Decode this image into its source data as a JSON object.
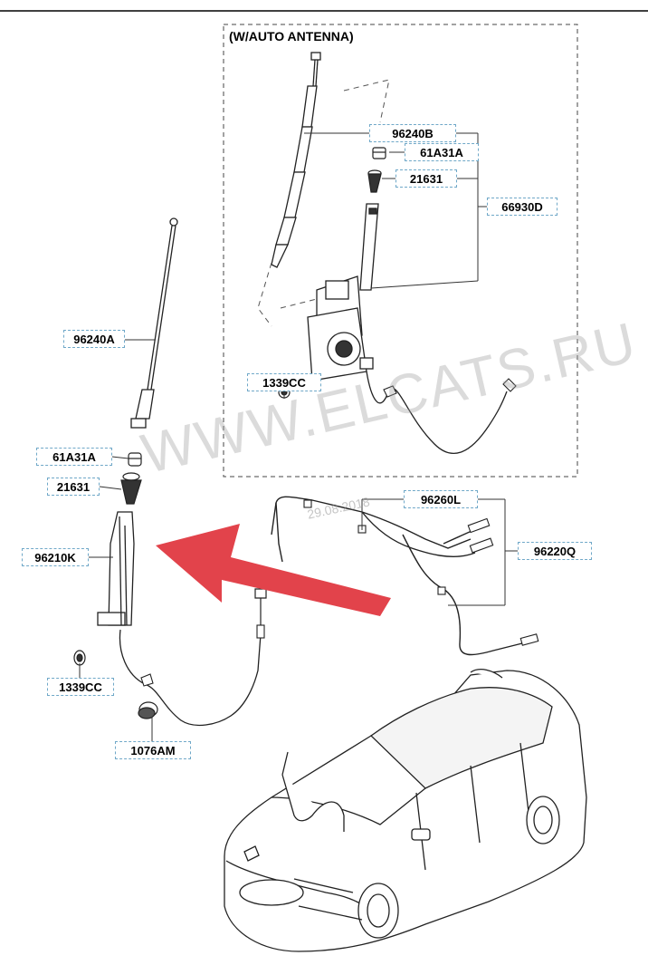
{
  "section_title": "(W/AUTO ANTENNA)",
  "watermark": "WWW.ELCATS.RU",
  "date_stamp": "29.08.2018",
  "colors": {
    "arrow": "#e2434b",
    "label_border": "#6fa8c8",
    "line": "#333333"
  },
  "part_labels": {
    "p96240B": "96240B",
    "p61A31A_auto": "61A31A",
    "p21631_auto": "21631",
    "p66930D": "66930D",
    "p1339CC_auto": "1339CC",
    "p96240A": "96240A",
    "p61A31A": "61A31A",
    "p21631": "21631",
    "p96210K": "96210K",
    "p1339CC": "1339CC",
    "p1076AM": "1076AM",
    "p96260L": "96260L",
    "p96220Q": "96220Q"
  }
}
